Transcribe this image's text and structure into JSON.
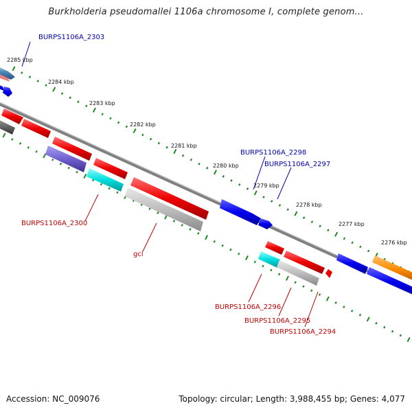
{
  "title": "Burkholderia pseudomallei 1106a chromosome I, complete genom...",
  "footer": {
    "accession": "Accession: NC_009076",
    "summary": "Topology: circular; Length: 3,988,455 bp; Genes: 4,077"
  },
  "scale_labels": [
    "2285 kbp",
    "2284 kbp",
    "2283 kbp",
    "2282 kbp",
    "2281 kbp",
    "2280 kbp",
    "2279 kbp",
    "2278 kbp",
    "2277 kbp",
    "2276 kbp"
  ],
  "gene_labels": [
    {
      "text": "BURPS1106A_2303",
      "color": "#0000b0"
    },
    {
      "text": "BURPS1106A_2298",
      "color": "#0000b0"
    },
    {
      "text": "BURPS1106A_2297",
      "color": "#0000b0"
    },
    {
      "text": "BURPS1106A_2300",
      "color": "#c00000"
    },
    {
      "text": "gcl",
      "color": "#c00000"
    },
    {
      "text": "BURPS1106A_2296",
      "color": "#c00000"
    },
    {
      "text": "BURPS1106A_2295",
      "color": "#c00000"
    },
    {
      "text": "BURPS1106A_2294",
      "color": "#c00000"
    }
  ],
  "colors": {
    "forward_gene": "#1010e8",
    "reverse_gene": "#ee1010",
    "rrna": "#7060d0",
    "trna": "#00d8d8",
    "pseudo": "#bbbbbb",
    "other": "#ff8c00",
    "backbone": "#808080",
    "tick": "#1a8a1a"
  }
}
